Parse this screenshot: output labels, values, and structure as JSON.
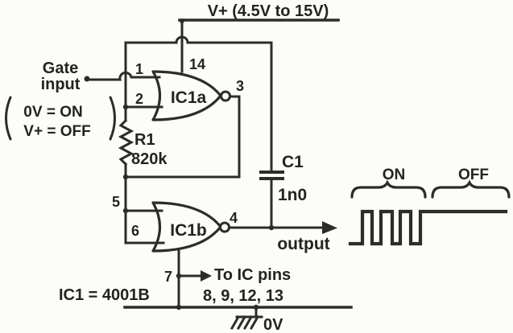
{
  "colors": {
    "ink": "#2e2c2a",
    "paper": "#fcfcf9"
  },
  "power_rail": {
    "label": "V+ (4.5V to 15V)"
  },
  "gate_input": {
    "label_line1": "Gate",
    "label_line2": "input",
    "condition_line1": "0V = ON",
    "condition_line2": "V+ = OFF"
  },
  "ic1a": {
    "label": "IC1a",
    "pin_input1": "1",
    "pin_input2": "2",
    "pin_output": "3",
    "pin_supply": "14"
  },
  "ic1b": {
    "label": "IC1b",
    "pin_input1": "5",
    "pin_input2": "6",
    "pin_output": "4",
    "pin_ground": "7"
  },
  "resistor_r1": {
    "designator": "R1",
    "value": "820k"
  },
  "capacitor_c1": {
    "designator": "C1",
    "value": "1n0"
  },
  "output": {
    "label": "output"
  },
  "unused_pins_note": {
    "line1": "To IC pins",
    "line2": "8, 9, 12, 13"
  },
  "ic_identity": {
    "label": "IC1 = 4001B"
  },
  "ground": {
    "label": "0V"
  },
  "waveform": {
    "on_label": "ON",
    "off_label": "OFF"
  }
}
